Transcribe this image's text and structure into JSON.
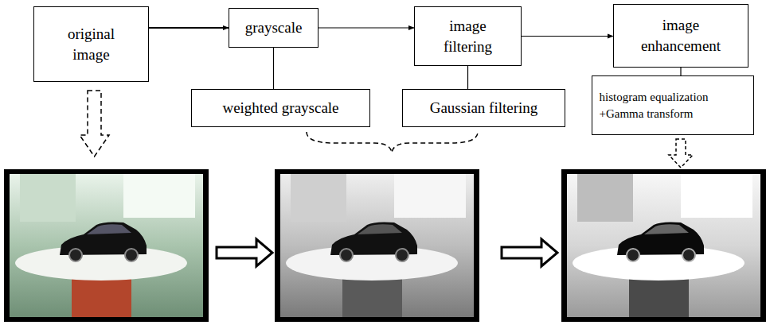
{
  "diagram": {
    "nodes": [
      {
        "text": [
          "original image"
        ]
      },
      {
        "text": [
          "grayscale"
        ]
      },
      {
        "text": [
          "image filtering"
        ]
      },
      {
        "text": [
          "image enhancement"
        ]
      },
      {
        "text": [
          "weighted grayscale"
        ]
      },
      {
        "text": [
          "Gaussian filtering"
        ]
      },
      {
        "text": [
          "histogram equalization +Gamma transform"
        ]
      }
    ],
    "edges": [
      {
        "from": 0,
        "to": 1,
        "arrow": "to"
      },
      {
        "from": 1,
        "to": 2,
        "arrow": "to"
      },
      {
        "from": 2,
        "to": 3,
        "arrow": "to"
      },
      {
        "from": 1,
        "to": 4,
        "arrow": "none"
      },
      {
        "from": 2,
        "to": 5,
        "arrow": "none"
      },
      {
        "from": 3,
        "to": 6,
        "arrow": "none"
      }
    ]
  }
}
